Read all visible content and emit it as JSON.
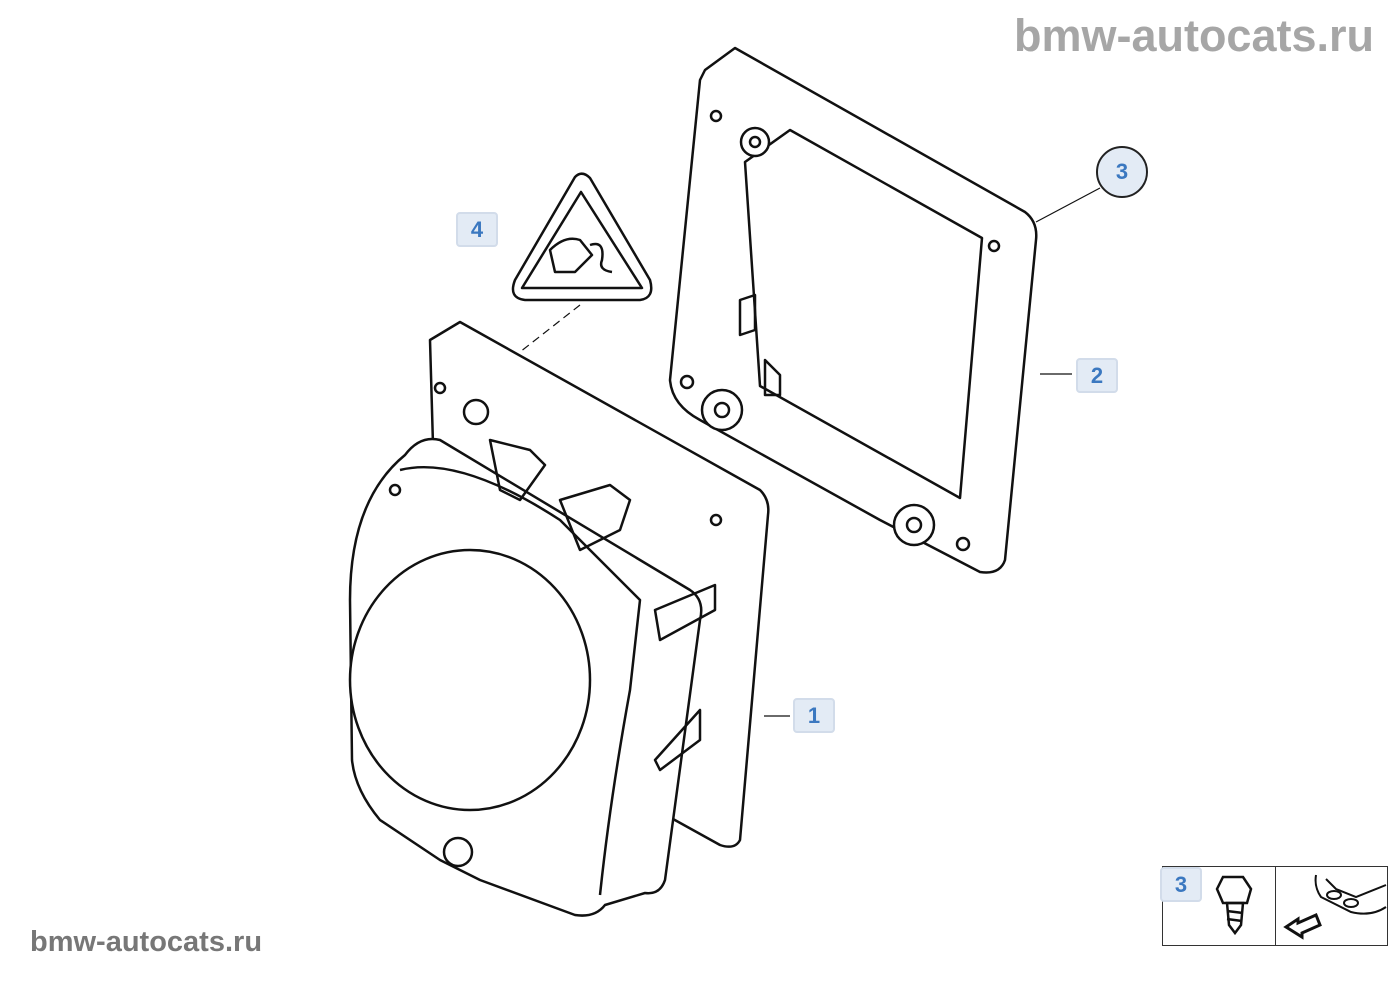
{
  "watermark_top": "bmw-autocats.ru",
  "watermark_bottom": "bmw-autocats.ru",
  "callouts": [
    {
      "label": "1",
      "part": "control-module"
    },
    {
      "label": "2",
      "part": "mounting-frame"
    },
    {
      "label": "3",
      "part": "screw"
    },
    {
      "label": "4",
      "part": "warning-label"
    }
  ],
  "inset": {
    "label": "3"
  },
  "colors": {
    "callout_text": "#3b78c0",
    "callout_bg": "#e3ebf5",
    "watermark": "#a6a6a6"
  }
}
